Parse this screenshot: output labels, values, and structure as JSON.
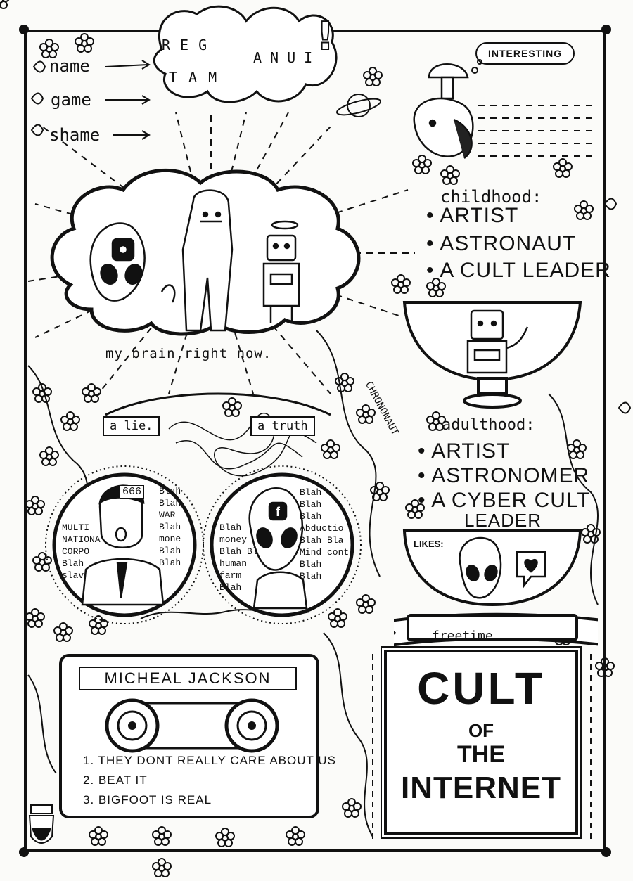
{
  "title_bubble": {
    "letters_row1": "REG",
    "letters_row2": "TAM",
    "letters_row3": "ANUI",
    "exclaim": "!"
  },
  "side_labels": {
    "name": "name",
    "game": "game",
    "shame": "shame"
  },
  "interesting_bubble": "INTERESTING",
  "brain_caption": "my brain right now.",
  "childhood": {
    "heading": "childhood:",
    "items": [
      "ARTIST",
      "ASTRONAUT",
      "A CULT LEADER"
    ]
  },
  "chrononaut_label": "CHRONONAUT",
  "adulthood": {
    "heading": "adulthood:",
    "items": [
      "ARTIST",
      "ASTRONOMER",
      "A CYBER CULT",
      "LEADER"
    ]
  },
  "lie_tag": "a lie.",
  "truth_tag": "a truth",
  "lie_circle": {
    "badge": "666",
    "words_left": [
      "MULTI",
      "NATIONA",
      "CORPO",
      "Blah",
      "slav"
    ],
    "words_right": [
      "Blah",
      "Blah",
      "WAR",
      "Blah",
      "mone",
      "Blah",
      "Blah"
    ]
  },
  "truth_circle": {
    "words_left": [
      "Blah",
      "money",
      "Blah Bl",
      "human",
      "farm",
      "Blah"
    ],
    "words_right": [
      "Blah",
      "Blah",
      "Blah",
      "Abductio",
      "Blah Bla",
      "Mind cont",
      "Blah",
      "Blah"
    ]
  },
  "likes_label": "LIKES:",
  "freetime_label": "freetime",
  "cassette": {
    "label": "MICHEAL JACKSON",
    "tracks": [
      {
        "num": "1.",
        "title": "THEY DONT REALLY CARE ABOUT US"
      },
      {
        "num": "2.",
        "title": "BEAT IT"
      },
      {
        "num": "3.",
        "title": "BIGFOOT IS REAL"
      }
    ]
  },
  "sign": {
    "line1": "CULT",
    "line2": "OF",
    "line3": "THE",
    "line4": "INTERNET"
  }
}
